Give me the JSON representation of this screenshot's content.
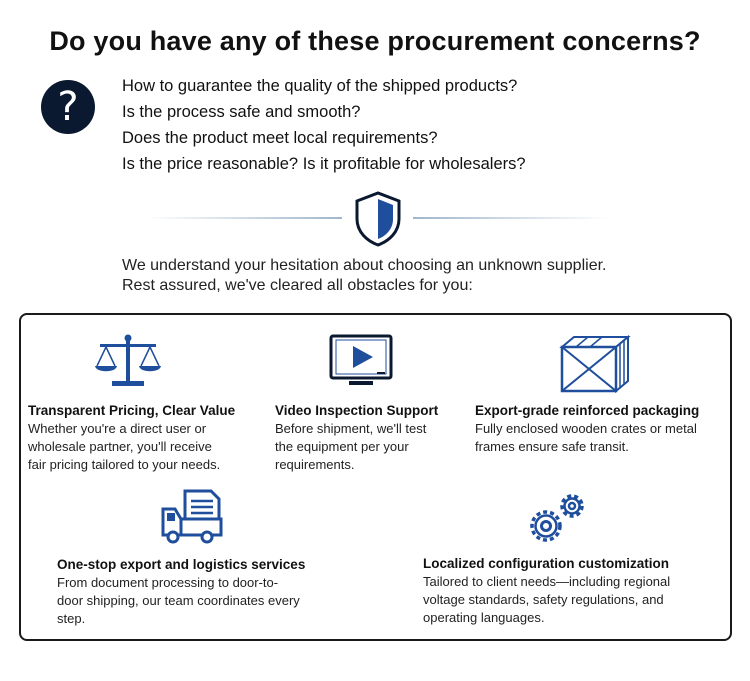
{
  "title": "Do you have any of these procurement concerns?",
  "question_icon": "question-mark-icon",
  "concerns": [
    "How to guarantee the quality of the shipped products?",
    "Is the process safe and smooth?",
    "Does the product meet local requirements?",
    "Is the price reasonable? Is it profitable for wholesalers?"
  ],
  "divider_icon": "shield-icon",
  "intro": {
    "line1": "We understand your hesitation about choosing an unknown supplier.",
    "line2": "Rest assured, we've cleared all obstacles for you:"
  },
  "features": [
    {
      "icon": "scale-icon",
      "title": "Transparent Pricing, Clear Value",
      "lines": [
        "Whether you're a direct user or",
        "wholesale partner, you'll receive",
        "fair pricing tailored to your needs."
      ]
    },
    {
      "icon": "video-monitor-icon",
      "title": "Video Inspection Support",
      "lines": [
        "Before shipment, we'll test",
        "the equipment per your",
        "requirements."
      ]
    },
    {
      "icon": "crate-icon",
      "title": "Export-grade reinforced packaging",
      "lines": [
        "Fully enclosed wooden crates or metal",
        "frames ensure safe transit."
      ]
    },
    {
      "icon": "truck-document-icon",
      "title": "One-stop export and logistics services",
      "lines": [
        "From document processing to door-to-",
        "door shipping, our team coordinates every",
        "step."
      ]
    },
    {
      "icon": "gears-icon",
      "title": "Localized configuration customization",
      "lines": [
        "Tailored to client needs—including regional",
        "voltage standards, safety regulations, and",
        "operating languages."
      ]
    }
  ],
  "colors": {
    "accent_blue": "#1f4e9c",
    "navy": "#0a1930",
    "text": "#111111"
  }
}
